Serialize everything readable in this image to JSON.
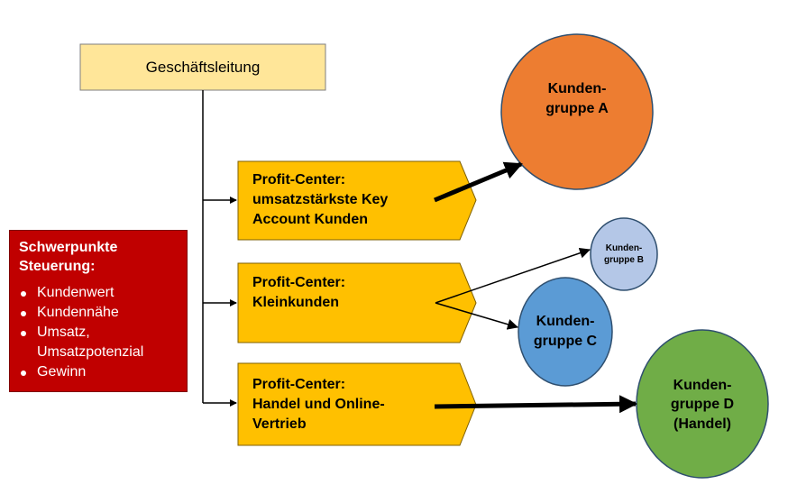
{
  "top_box": {
    "label": "Geschäftsleitung",
    "fill": "#ffe699",
    "stroke": "#7f7f7f"
  },
  "profit_centers": [
    {
      "line1": "Profit-Center:",
      "line2": "umsatzstärkste Key",
      "line3": "Account Kunden"
    },
    {
      "line1": "Profit-Center:",
      "line2": "Kleinkunden",
      "line3": ""
    },
    {
      "line1": "Profit-Center:",
      "line2": "Handel und Online-",
      "line3": "Vertrieb"
    }
  ],
  "profit_center_fill": "#ffc000",
  "customer_groups": {
    "a": {
      "line1": "Kunden-",
      "line2": "gruppe A",
      "line3": "",
      "fill": "#ed7d31"
    },
    "b": {
      "line1": "Kunden-",
      "line2": "gruppe B",
      "line3": "",
      "fill": "#b4c7e7"
    },
    "c": {
      "line1": "Kunden-",
      "line2": "gruppe C",
      "line3": "",
      "fill": "#5b9bd5"
    },
    "d": {
      "line1": "Kunden-",
      "line2": "gruppe D",
      "line3": "(Handel)",
      "fill": "#70ad47"
    }
  },
  "steuerung": {
    "title_line1": "Schwerpunkte",
    "title_line2": "Steuerung:",
    "items": [
      "Kundenwert",
      "Kundennähe",
      "Umsatz, Umsatzpotenzial",
      "Gewinn"
    ],
    "fill": "#c00000"
  }
}
